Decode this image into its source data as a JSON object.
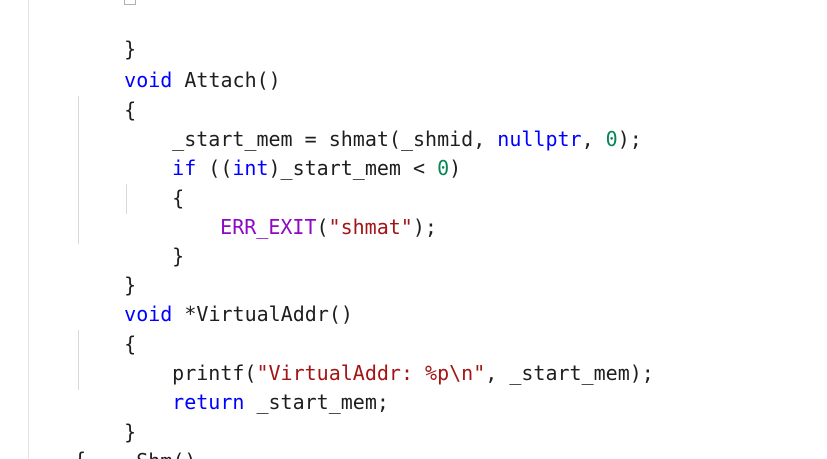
{
  "editor": {
    "lines": [
      "}",
      "void Attach()",
      "{",
      "_start_mem = shmat(_shmid, nullptr, 0);",
      "if ((int)_start_mem < 0)",
      "{",
      "ERR_EXIT(\"shmat\");",
      "}",
      "}",
      "void *VirtualAddr()",
      "{",
      "printf(\"VirtualAddr: %p\\n\", _start_mem);",
      "return _start_mem;",
      "}",
      "~Shm()"
    ],
    "bottom_partial": "{"
  },
  "colors": {
    "keyword": "#0000ff",
    "number": "#098658",
    "string": "#a31515",
    "macro": "#8f08c4",
    "text": "#1e1e1e"
  }
}
